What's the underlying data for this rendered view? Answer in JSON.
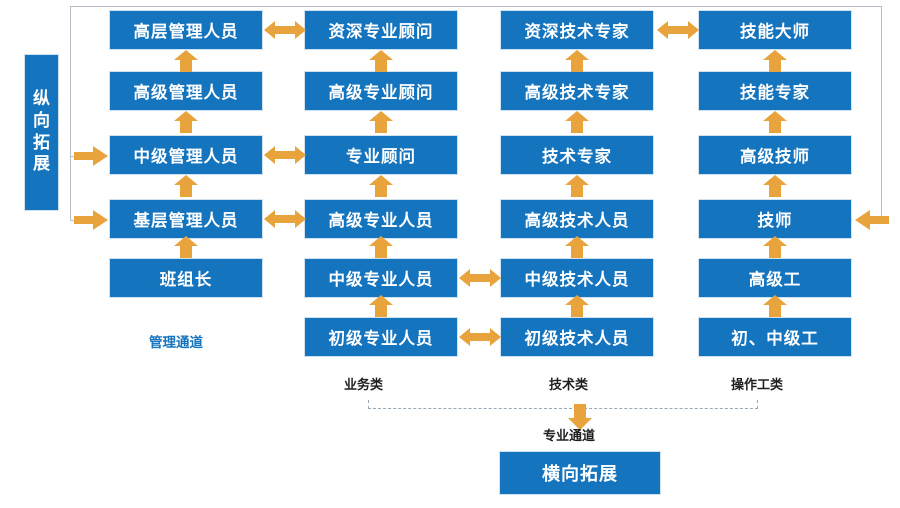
{
  "diagram": {
    "title_vertical": "纵向拓展",
    "title_vertical_chars": [
      "纵",
      "向",
      "拓",
      "展"
    ],
    "bottom_box": "横向拓展",
    "channel_labels": {
      "management": "管理通道",
      "professional": "专业通道"
    },
    "category_labels": [
      {
        "name": "business",
        "text": "业务类"
      },
      {
        "name": "technical",
        "text": "技术类"
      },
      {
        "name": "operator",
        "text": "操作工类"
      }
    ],
    "columns": [
      {
        "name": "management-track",
        "caption": "管理通道",
        "levels": [
          "高层管理人员",
          "高级管理人员",
          "中级管理人员",
          "基层管理人员",
          "班组长"
        ]
      },
      {
        "name": "business-track",
        "caption": "业务类",
        "levels": [
          "资深专业顾问",
          "高级专业顾问",
          "专业顾问",
          "高级专业人员",
          "中级专业人员",
          "初级专业人员"
        ]
      },
      {
        "name": "technical-track",
        "caption": "技术类",
        "levels": [
          "资深技术专家",
          "高级技术专家",
          "技术专家",
          "高级技术人员",
          "中级技术人员",
          "初级技术人员"
        ]
      },
      {
        "name": "operator-track",
        "caption": "操作工类",
        "levels": [
          "技能大师",
          "技能专家",
          "高级技师",
          "技师",
          "高级工",
          "初、中级工"
        ]
      }
    ],
    "colors": {
      "box_blue": "#1574BE",
      "arrow_orange": "#E8A33D",
      "frame_grey": "#b6bfc8",
      "text_dark": "#1f1f1f"
    }
  }
}
